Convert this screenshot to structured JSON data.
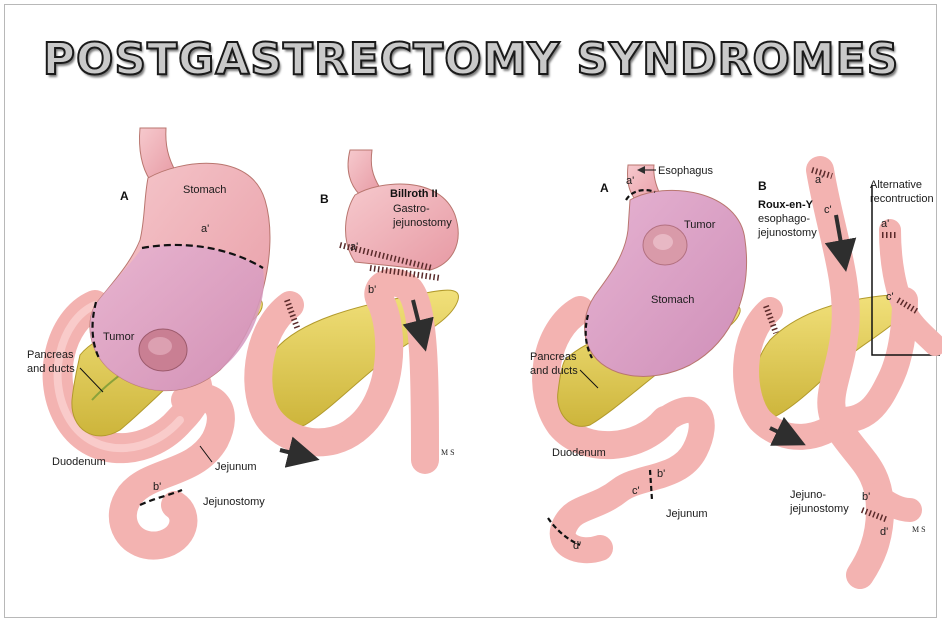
{
  "title": "POSTGASTRECTOMY SYNDROMES",
  "left_figure": {
    "panel_a": {
      "letter": "A",
      "stomach": "Stomach",
      "a_prime": "a'",
      "tumor": "Tumor",
      "pancreas_line1": "Pancreas",
      "pancreas_line2": "and ducts",
      "duodenum": "Duodenum",
      "jejunum": "Jejunum",
      "b_prime": "b'",
      "jejunostomy": "Jejunostomy"
    },
    "panel_b": {
      "letter": "B",
      "heading": "Billroth II",
      "sub_line1": "Gastro-",
      "sub_line2": "jejunostomy",
      "a_prime": "a'",
      "b_prime": "b'"
    },
    "artist_mark": "M S"
  },
  "right_figure": {
    "panel_a": {
      "letter": "A",
      "esophagus": "Esophagus",
      "a_prime": "a'",
      "tumor": "Tumor",
      "stomach": "Stomach",
      "pancreas_line1": "Pancreas",
      "pancreas_line2": "and ducts",
      "duodenum": "Duodenum",
      "b_prime": "b'",
      "c_prime": "c'",
      "jejunum": "Jejunum",
      "d_prime": "d'"
    },
    "panel_b": {
      "letter": "B",
      "heading": "Roux-en-Y",
      "sub_line1": "esophago-",
      "sub_line2": "jejunostomy",
      "a_prime": "a'",
      "c_prime": "c'",
      "b_prime": "b'",
      "d_prime": "d'",
      "jj_line1": "Jejuno-",
      "jj_line2": "jejunostomy",
      "alt_line1": "Alternative",
      "alt_line2": "recontruction",
      "alt_a_prime": "a'",
      "alt_c_prime": "c'"
    },
    "artist_mark": "M S"
  },
  "colors": {
    "stomach": "#efb7bd",
    "stomach_resected": "#dca3c9",
    "intestine": "#f3b3b1",
    "intestine_highlight": "#fbd6d4",
    "pancreas": "#e7d35a",
    "pancreas_dark": "#c9b238",
    "outline": "#b9766f",
    "arrow": "#2e2e2e"
  }
}
